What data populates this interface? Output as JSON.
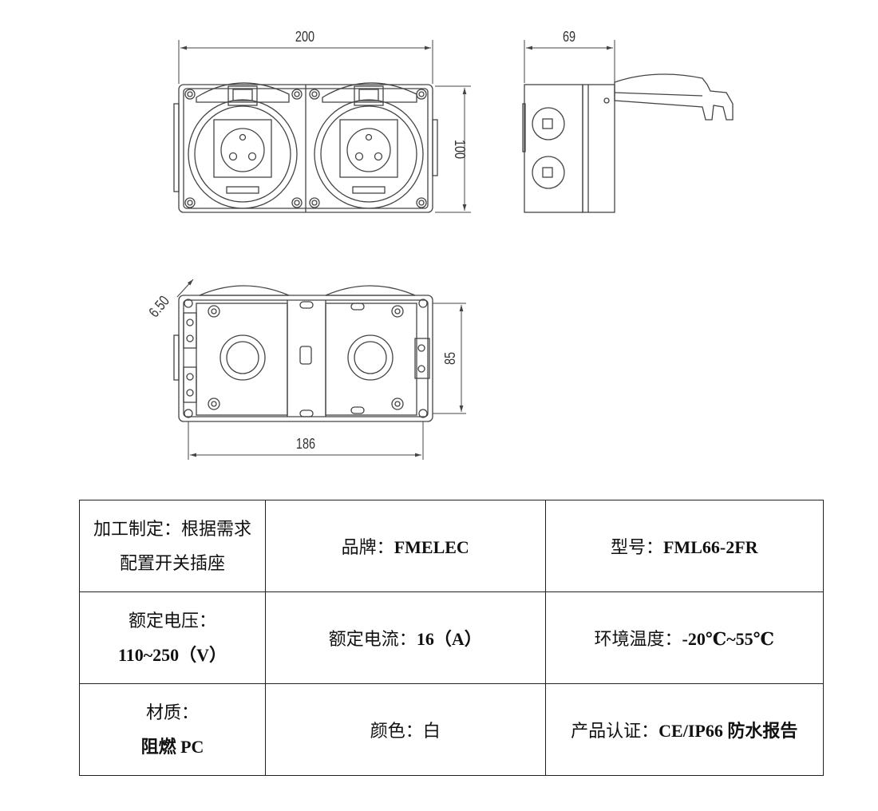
{
  "dimensions": {
    "front_width": "200",
    "front_height": "100",
    "side_depth": "69",
    "back_width": "186",
    "back_height": "85",
    "back_corner": "6.50"
  },
  "specs": [
    [
      {
        "label": "加工制定：根据需求配置开关插座"
      },
      {
        "label": "品牌：",
        "value": "FMELEC"
      },
      {
        "label": "型号：",
        "value": "FML66-2FR"
      }
    ],
    [
      {
        "label": "额定电压：",
        "value": "110~250（V）"
      },
      {
        "label": "额定电流：",
        "value": "16（A）"
      },
      {
        "label": "环境温度：",
        "value": "-20℃~55℃"
      }
    ],
    [
      {
        "label": "材质：",
        "value": "阻燃 PC"
      },
      {
        "label": "颜色：",
        "value": "白"
      },
      {
        "label": "产品认证：",
        "value": "CE/IP66 防水报告"
      }
    ]
  ]
}
